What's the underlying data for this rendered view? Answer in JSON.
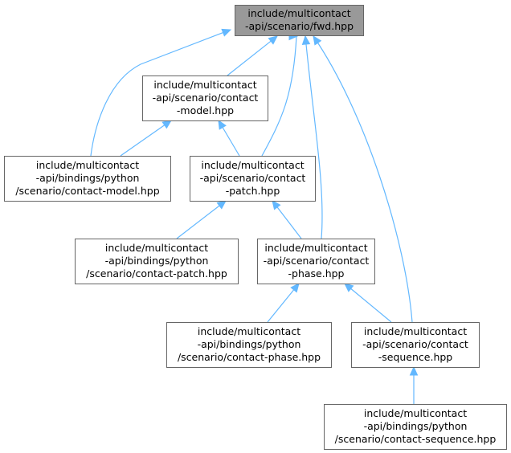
{
  "colors": {
    "root_fill": "#999999",
    "node_fill": "#ffffff",
    "node_border": "#666666",
    "edge": "#63b8ff"
  },
  "nodes": [
    {
      "id": "fwd",
      "lines": [
        "include/multicontact",
        "-api/scenario/fwd.hpp"
      ],
      "root": true
    },
    {
      "id": "contact_model",
      "lines": [
        "include/multicontact",
        "-api/scenario/contact",
        "-model.hpp"
      ]
    },
    {
      "id": "py_contact_model",
      "lines": [
        "include/multicontact",
        "-api/bindings/python",
        "/scenario/contact-model.hpp"
      ]
    },
    {
      "id": "contact_patch",
      "lines": [
        "include/multicontact",
        "-api/scenario/contact",
        "-patch.hpp"
      ]
    },
    {
      "id": "py_contact_patch",
      "lines": [
        "include/multicontact",
        "-api/bindings/python",
        "/scenario/contact-patch.hpp"
      ]
    },
    {
      "id": "contact_phase",
      "lines": [
        "include/multicontact",
        "-api/scenario/contact",
        "-phase.hpp"
      ]
    },
    {
      "id": "py_contact_phase",
      "lines": [
        "include/multicontact",
        "-api/bindings/python",
        "/scenario/contact-phase.hpp"
      ]
    },
    {
      "id": "contact_sequence",
      "lines": [
        "include/multicontact",
        "-api/scenario/contact",
        "-sequence.hpp"
      ]
    },
    {
      "id": "py_contact_sequence",
      "lines": [
        "include/multicontact",
        "-api/bindings/python",
        "/scenario/contact-sequence.hpp"
      ]
    }
  ],
  "edges": [
    {
      "from": "contact_model",
      "to": "fwd"
    },
    {
      "from": "py_contact_model",
      "to": "fwd"
    },
    {
      "from": "contact_patch",
      "to": "fwd"
    },
    {
      "from": "contact_phase",
      "to": "fwd"
    },
    {
      "from": "contact_sequence",
      "to": "fwd"
    },
    {
      "from": "py_contact_model",
      "to": "contact_model"
    },
    {
      "from": "contact_patch",
      "to": "contact_model"
    },
    {
      "from": "py_contact_patch",
      "to": "contact_patch"
    },
    {
      "from": "contact_phase",
      "to": "contact_patch"
    },
    {
      "from": "py_contact_phase",
      "to": "contact_phase"
    },
    {
      "from": "contact_sequence",
      "to": "contact_phase"
    },
    {
      "from": "py_contact_sequence",
      "to": "contact_sequence"
    }
  ]
}
